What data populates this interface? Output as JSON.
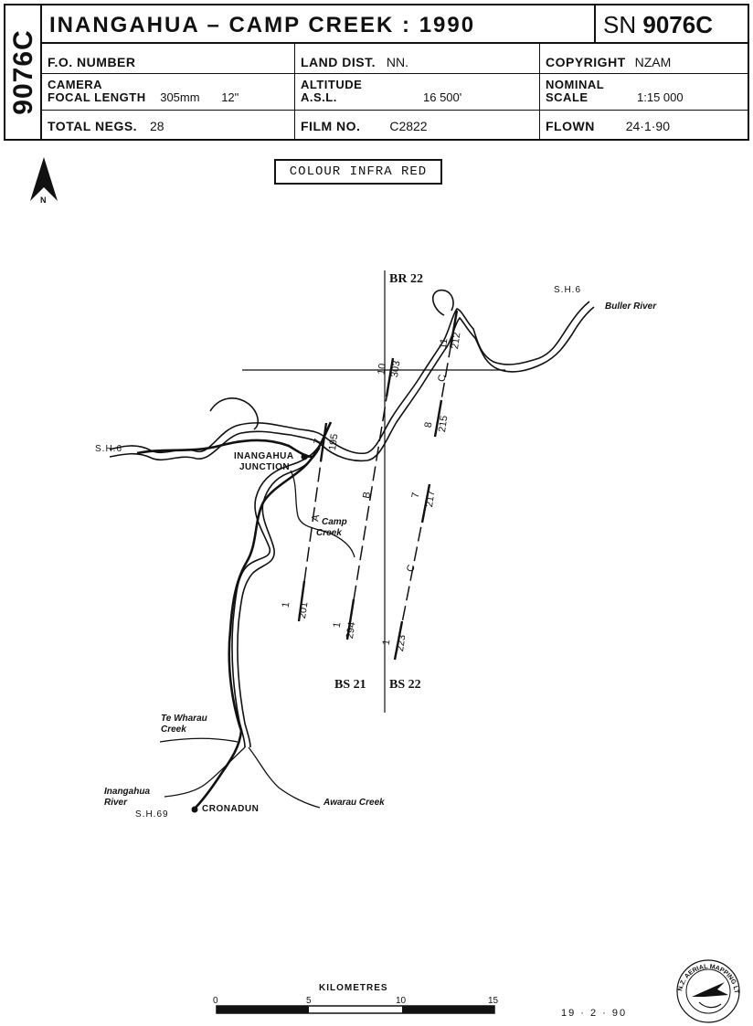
{
  "header": {
    "vertical_code": "9076C",
    "title": "INANGAHUA – CAMP CREEK : 1990",
    "sn_prefix": "SN",
    "sn_number": "9076C",
    "fo_number_label": "F.O. NUMBER",
    "land_dist_label": "LAND DIST.",
    "land_dist_value": "NN.",
    "copyright_label": "COPYRIGHT",
    "copyright_value": "NZAM",
    "camera_label": "CAMERA",
    "focal_length_label": "FOCAL LENGTH",
    "focal_length_mm": "305mm",
    "focal_length_in": "12\"",
    "altitude_label": "ALTITUDE",
    "asl_label": "A.S.L.",
    "altitude_value": "16 500'",
    "nominal_label": "NOMINAL",
    "scale_label": "SCALE",
    "scale_value": "1:15 000",
    "total_negs_label": "TOTAL NEGS.",
    "total_negs_value": "28",
    "film_no_label": "FILM NO.",
    "film_no_value": "C2822",
    "flown_label": "FLOWN",
    "flown_value": "24·1·90"
  },
  "map": {
    "film_type": "COLOUR INFRA RED",
    "north_label": "N",
    "sheet_refs": {
      "br22": "BR 22",
      "bs21": "BS 21",
      "bs22": "BS 22"
    },
    "places": {
      "inangahua_1": "INANGAHUA",
      "inangahua_2": "JUNCTION",
      "cronadun": "CRONADUN"
    },
    "roads": {
      "sh6_east": "S.H.6",
      "sh6_west": "S.H.6",
      "sh69": "S.H.69"
    },
    "rivers": {
      "buller": "Buller River",
      "camp_1": "Camp",
      "camp_2": "Creek",
      "tewharau_1": "Te Wharau",
      "tewharau_2": "Creek",
      "inangahua_1": "Inangahua",
      "inangahua_2": "River",
      "awarau": "Awarau Creek"
    },
    "runs": [
      {
        "id": "A",
        "start_frame": "1",
        "start_print": "201",
        "end_frame": "7",
        "end_print": "195"
      },
      {
        "id": "B",
        "start_frame": "1",
        "start_print": "294",
        "end_frame": "10",
        "end_print": "303"
      },
      {
        "id": "C",
        "segments": [
          {
            "start_frame": "1",
            "start_print": "223",
            "end_frame": "7",
            "end_print": "217"
          },
          {
            "start_frame": "8",
            "start_print": "215",
            "end_frame": "11",
            "end_print": "212"
          }
        ]
      }
    ],
    "scale_bar": {
      "title": "KILOMETRES",
      "ticks": [
        "0",
        "5",
        "10",
        "15"
      ]
    },
    "compiled_date": "19 · 2 · 90",
    "logo_text": "N.Z. AERIAL MAPPING LTD."
  },
  "colors": {
    "ink": "#111111",
    "paper": "#ffffff"
  }
}
